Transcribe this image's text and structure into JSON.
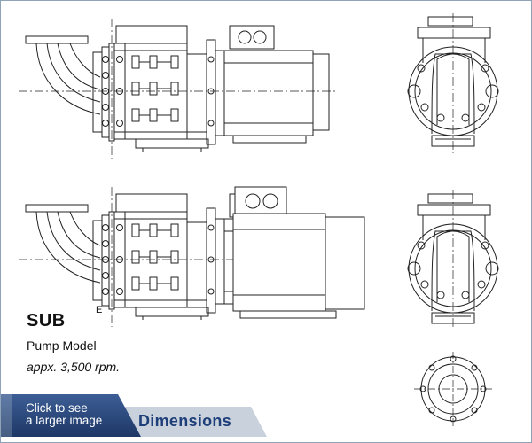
{
  "product": {
    "model_code": "SUB",
    "model_label": "Pump Model",
    "speed": "appx. 3,500 rpm."
  },
  "actions": {
    "enlarge_label_line1": "Click to see",
    "enlarge_label_line2": "a larger image",
    "dimensions_tab_label": "Dimensions"
  },
  "drawing": {
    "edge_label": "E"
  },
  "colors": {
    "frame_border": "#8fa3b8",
    "cta_dark": "#1d3766",
    "cta_light": "#3d5e96",
    "tab_fill": "#c9d2dc",
    "tab_text": "#1f3f7a",
    "line": "#222222"
  }
}
